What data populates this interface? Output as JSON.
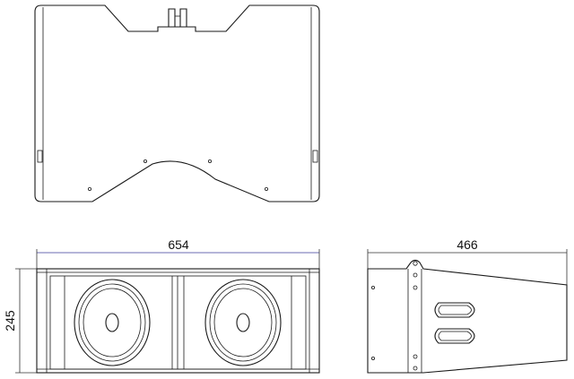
{
  "dimensions": {
    "width": "654",
    "depth": "466",
    "height": "245"
  }
}
